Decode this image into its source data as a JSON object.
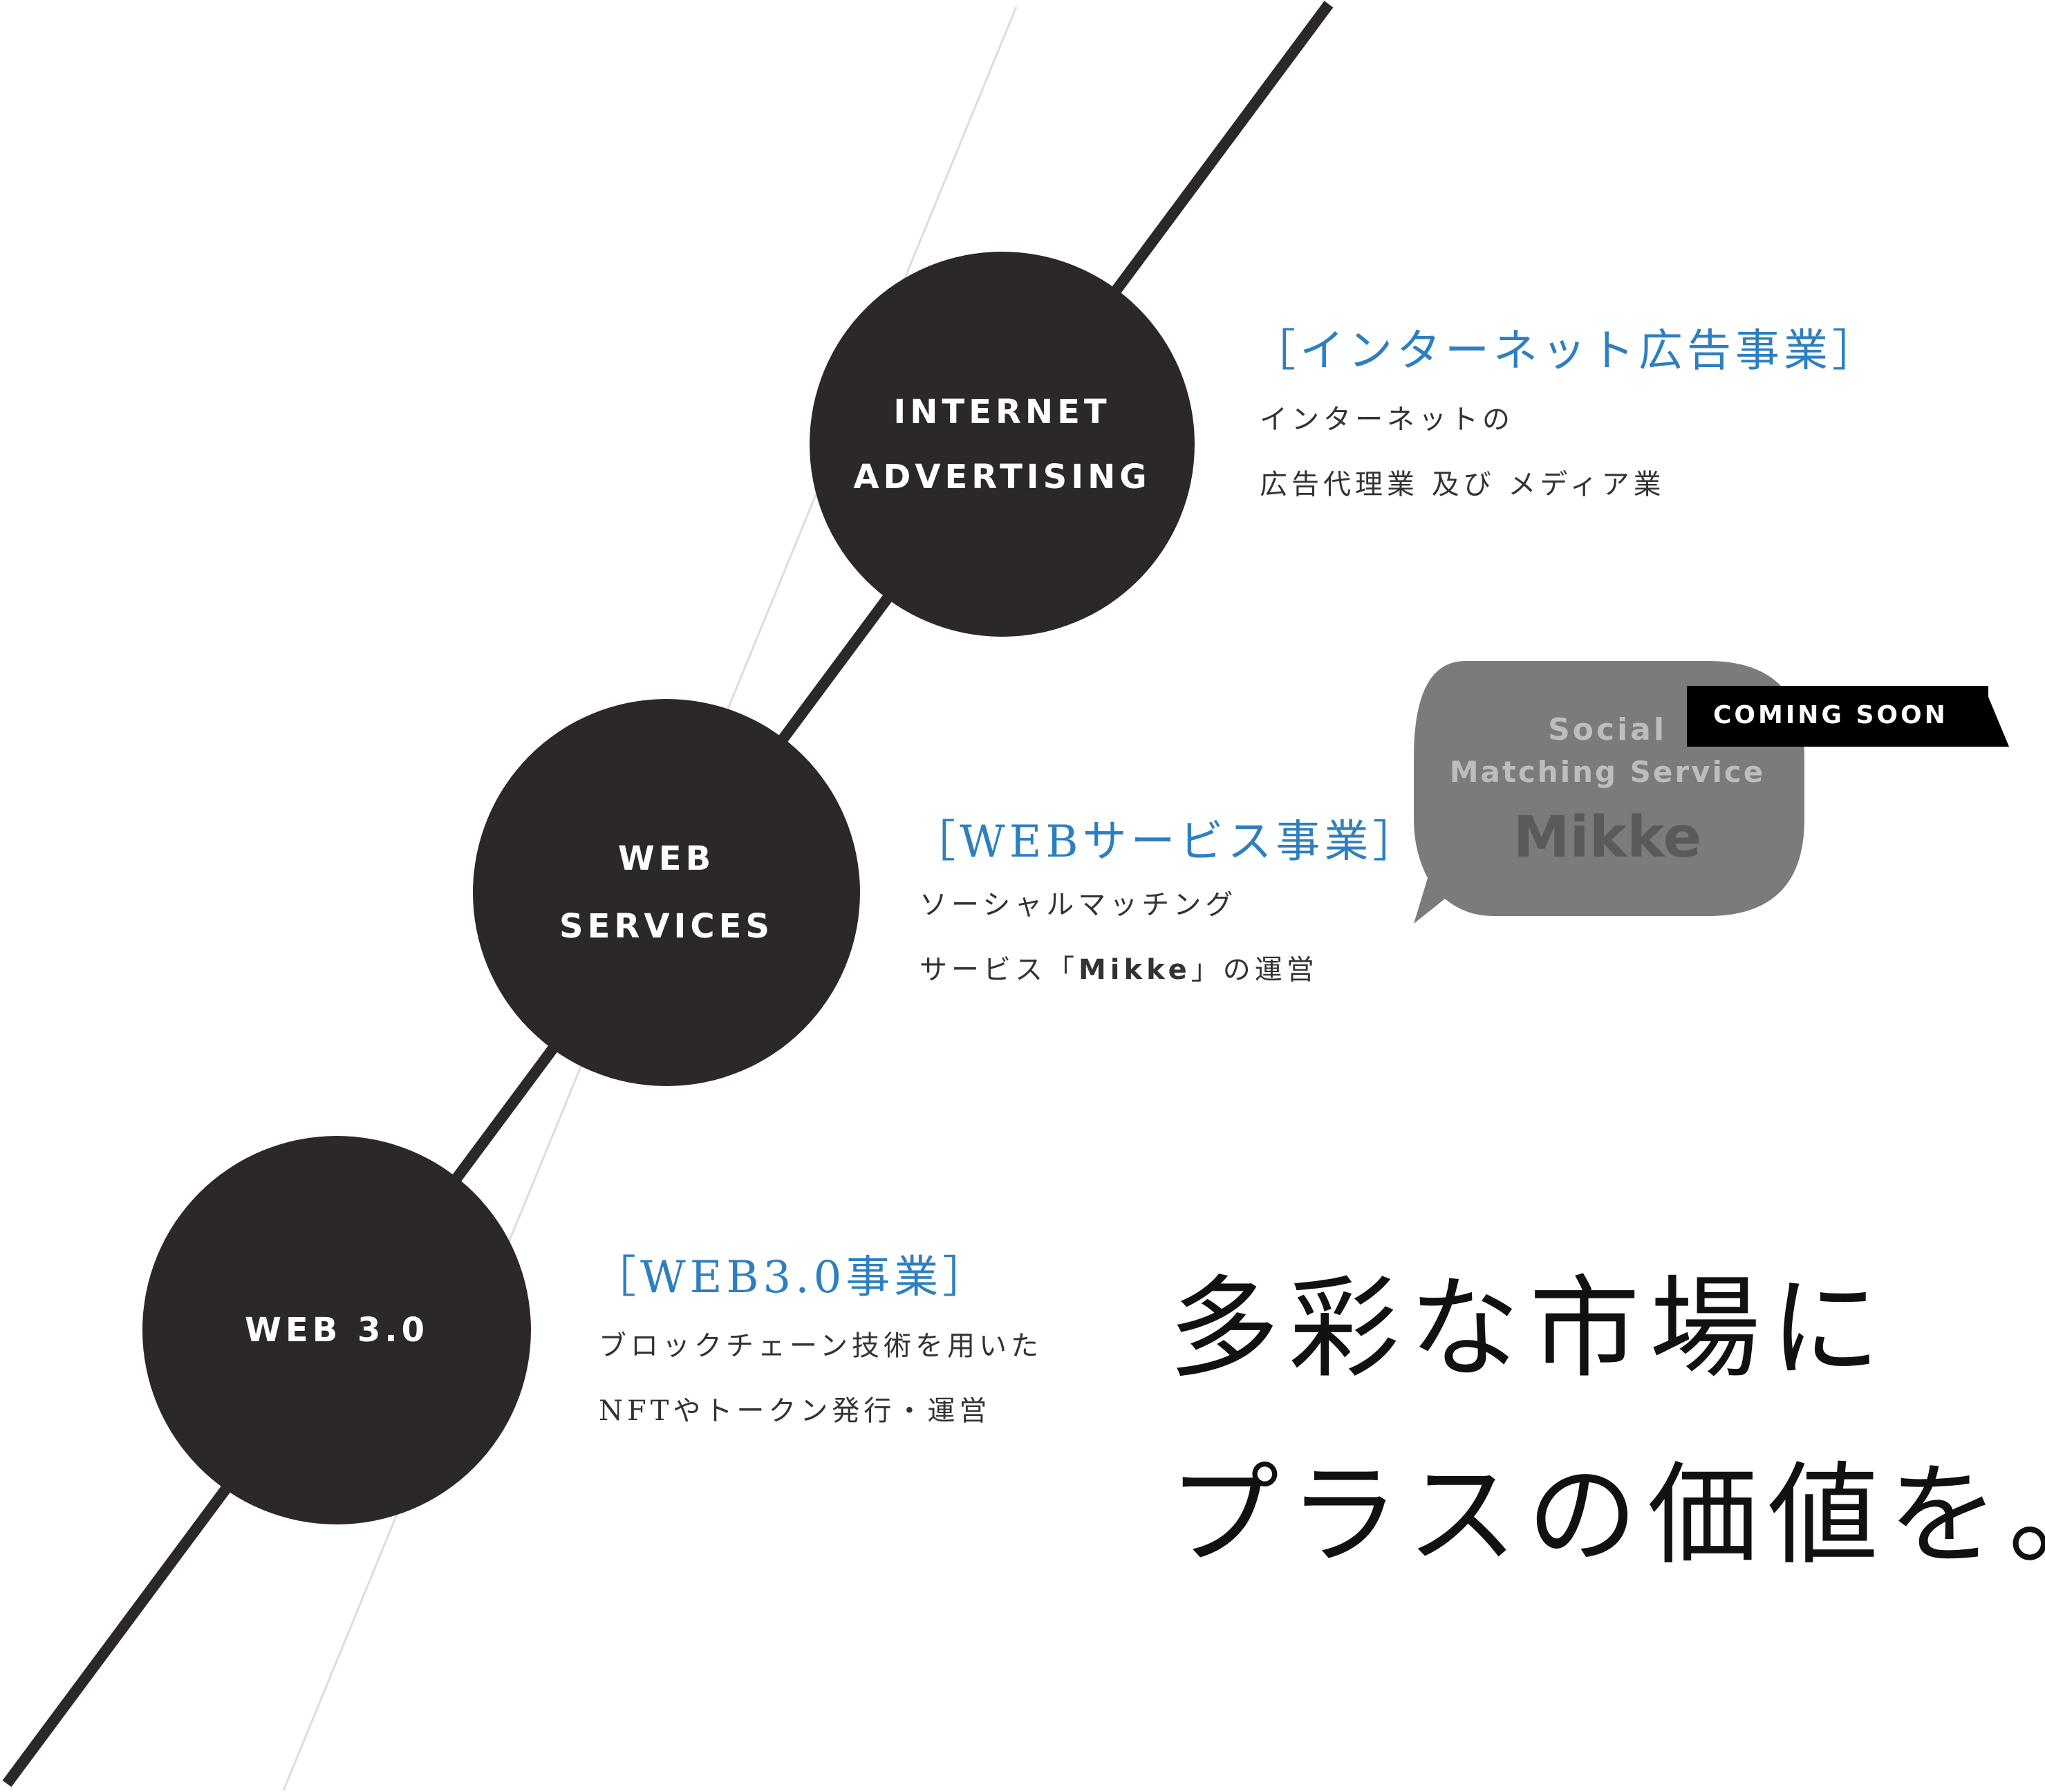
{
  "colors": {
    "dark": "#2d2828",
    "accent_blue": "#2e7fbf",
    "bubble_gray": "#7b7b7b",
    "bubble_text": "#bdbdbd",
    "badge_bg": "#000000"
  },
  "businesses": [
    {
      "circle_lines": [
        "INTERNET",
        "ADVERTISING"
      ],
      "title": "［インターネット広告事業］",
      "desc_lines": [
        "インターネットの",
        "広告代理業 及び メディア業"
      ]
    },
    {
      "circle_lines": [
        "WEB",
        "SERVICES"
      ],
      "title": "［WEBサービス事業］",
      "desc_line1": "ソーシャルマッチング",
      "desc_line2_pre": "サービス「",
      "desc_line2_brand": "Mikke",
      "desc_line2_post": "」の運営"
    },
    {
      "circle_lines": [
        "WEB 3.0"
      ],
      "title": "［WEB3.0事業］",
      "desc_lines": [
        "ブロックチェーン技術を用いた",
        "NFTやトークン発行・運営"
      ]
    }
  ],
  "bubble": {
    "line1": "Social",
    "line2": "Matching Service",
    "brand": "Mikke",
    "badge": "COMING SOON"
  },
  "headline": {
    "line1": "多彩な市場に",
    "line2": "プラスの価値を。"
  }
}
